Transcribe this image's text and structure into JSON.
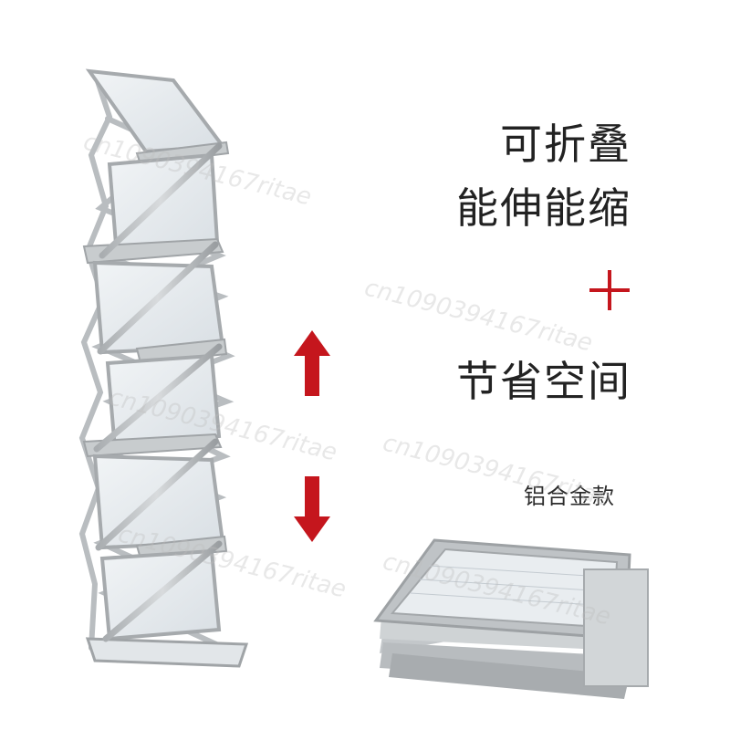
{
  "headline": {
    "line1": "可折叠",
    "line2": "能伸能缩",
    "line3": "节省空间"
  },
  "subtitle": "铝合金款",
  "watermark": "cn1090394167ritae",
  "colors": {
    "accent_red": "#c5161d",
    "frame_silver": "#bfc3c6",
    "frame_dark": "#8f9396",
    "panel": "#e3e8ec",
    "text": "#222222"
  },
  "icons": {
    "plus": "plus-icon",
    "arrow_up": "arrow-up-icon",
    "arrow_down": "arrow-down-icon"
  }
}
